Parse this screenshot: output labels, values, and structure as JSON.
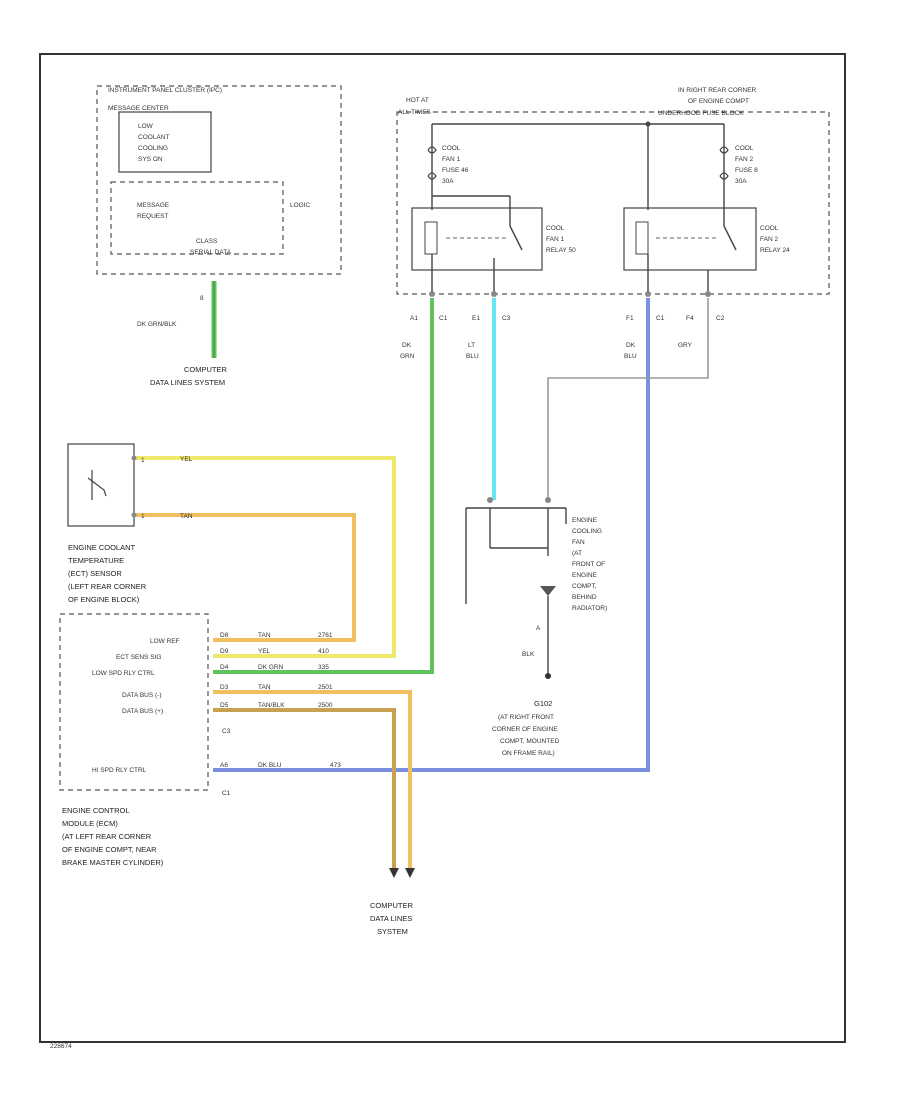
{
  "diagram": {
    "ipc": {
      "title": "INSTRUMENT PANEL CLUSTER (IPC)",
      "msg_center": "MESSAGE CENTER",
      "lcc_1": "LOW",
      "lcc_2": "COOLANT",
      "lcc_3": "COOLING",
      "lcc_4": "SYS ON",
      "logic": "LOGIC",
      "mr_1": "MESSAGE",
      "mr_2": "REQUEST",
      "serial_1": "CLASS",
      "serial_2": "SERIAL DATA",
      "pin": "8",
      "wire": "DK GRN/BLK",
      "dest_1": "COMPUTER",
      "dest_2": "DATA LINES SYSTEM"
    },
    "fuse_block": {
      "loc_1": "IN RIGHT REAR CORNER",
      "loc_2": "OF ENGINE COMPT",
      "loc_3": "UNDERHOOD FUSE BLOCK",
      "hot_1": "HOT AT",
      "hot_2": "ALL TIMES",
      "fuse1_1": "COOL",
      "fuse1_2": "FAN 1",
      "fuse1_3": "FUSE 46",
      "fuse1_4": "30A",
      "fuse2_1": "COOL",
      "fuse2_2": "FAN 2",
      "fuse2_3": "FUSE 8",
      "fuse2_4": "30A",
      "relay1_1": "COOL",
      "relay1_2": "FAN 1",
      "relay1_3": "RELAY 50",
      "relay2_1": "COOL",
      "relay2_2": "FAN 2",
      "relay2_3": "RELAY 24"
    },
    "conn": {
      "a1": "A1",
      "c1a": "C1",
      "e1": "E1",
      "c3": "C3",
      "f1": "F1",
      "c1b": "C1",
      "f4": "F4",
      "c2": "C2"
    },
    "wires": {
      "dkgrn_1": "DK",
      "dkgrn_2": "GRN",
      "ltblu_1": "LT",
      "ltblu_2": "BLU",
      "dkblu_1": "DK",
      "dkblu_2": "BLU",
      "gry": "GRY",
      "yel": "YEL",
      "tan": "TAN"
    },
    "ect": {
      "pin1": "1",
      "pin2": "1",
      "l1": "ENGINE COOLANT",
      "l2": "TEMPERATURE",
      "l3": "(ECT) SENSOR",
      "l4": "(LEFT REAR CORNER",
      "l5": "OF ENGINE BLOCK)"
    },
    "ecm": {
      "sig1": "LOW REF",
      "sig2": "ECT SENS SIG",
      "sig3": "LOW SPD RLY CTRL",
      "sig4": "DATA BUS (-)",
      "sig5": "DATA BUS (+)",
      "sig6": "HI SPD RLY CTRL",
      "p1": "D8",
      "p2": "D9",
      "p3": "D4",
      "p4": "D3",
      "p5": "D5",
      "p6": "A6",
      "w1": "TAN",
      "w2": "YEL",
      "w3": "DK GRN",
      "w4": "TAN",
      "w5": "TAN/BLK",
      "w6": "DK BLU",
      "c1": "2761",
      "c2": "410",
      "c3": "335",
      "c4": "2501",
      "c5": "2500",
      "c6": "473",
      "conn_c3": "C3",
      "conn_c1": "C1",
      "l1": "ENGINE CONTROL",
      "l2": "MODULE (ECM)",
      "l3": "(AT LEFT REAR CORNER",
      "l4": "OF ENGINE COMPT, NEAR",
      "l5": "BRAKE MASTER CYLINDER)"
    },
    "fan": {
      "l1": "ENGINE",
      "l2": "COOLING",
      "l3": "FAN",
      "l4": "(AT",
      "l5": "FRONT OF",
      "l6": "ENGINE",
      "l7": "COMPT,",
      "l8": "BEHIND",
      "l9": "RADIATOR)",
      "pin": "A",
      "wire": "BLK"
    },
    "ground": {
      "id": "G102",
      "l1": "(AT RIGHT FRONT",
      "l2": "CORNER OF ENGINE",
      "l3": "COMPT, MOUNTED",
      "l4": "ON FRAME RAIL)"
    },
    "bottom_dest": {
      "l1": "COMPUTER",
      "l2": "DATA LINES",
      "l3": "SYSTEM"
    },
    "footer": "228674",
    "colors": {
      "dk_grn": "#5fc45f",
      "lt_blu": "#66e6f0",
      "dk_blu": "#7b8fe0",
      "yel": "#f0e86a",
      "tan": "#f0c060",
      "tan_blk": "#c8a050",
      "gry": "#9a9a9a"
    }
  }
}
